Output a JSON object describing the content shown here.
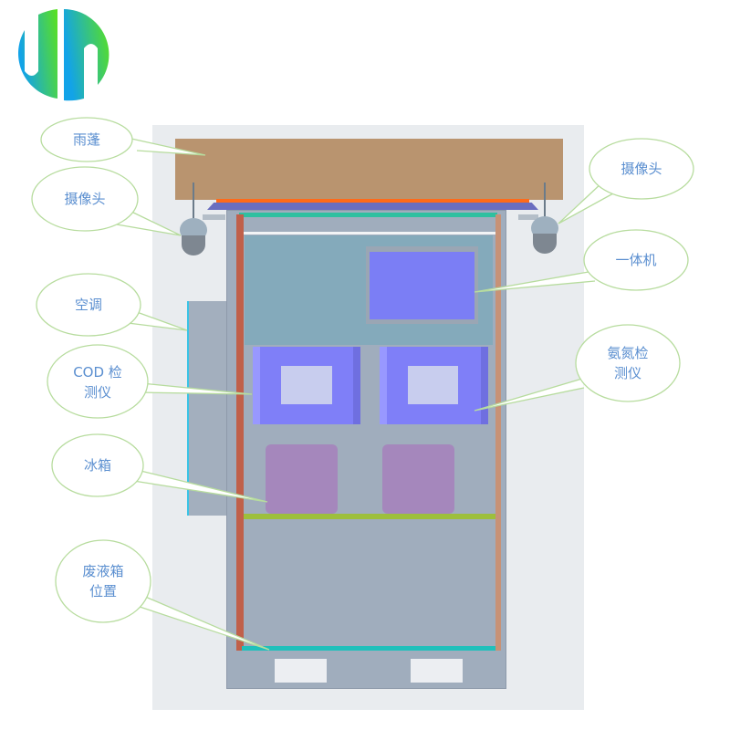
{
  "logo": {
    "name": "logo-mark",
    "colors": [
      "#12a3e8",
      "#5be21c"
    ]
  },
  "labels": {
    "awning": "雨蓬",
    "camera_left": "摄像头",
    "camera_right": "摄像头",
    "all_in_one": "一体机",
    "air_conditioner": "空调",
    "cod_analyzer": "COD 检\n测仪",
    "ammonia_analyzer": "氨氮检\n测仪",
    "fridge": "冰箱",
    "waste_tank": "废液箱\n位置"
  },
  "colors": {
    "awning": "#b9946f",
    "cabinet": "#a0adbd",
    "analyzer": "#7f7ff8",
    "fridge": "#a587bc",
    "callout_stroke": "#b7dc9e",
    "label_text": "#5b8fd0"
  }
}
